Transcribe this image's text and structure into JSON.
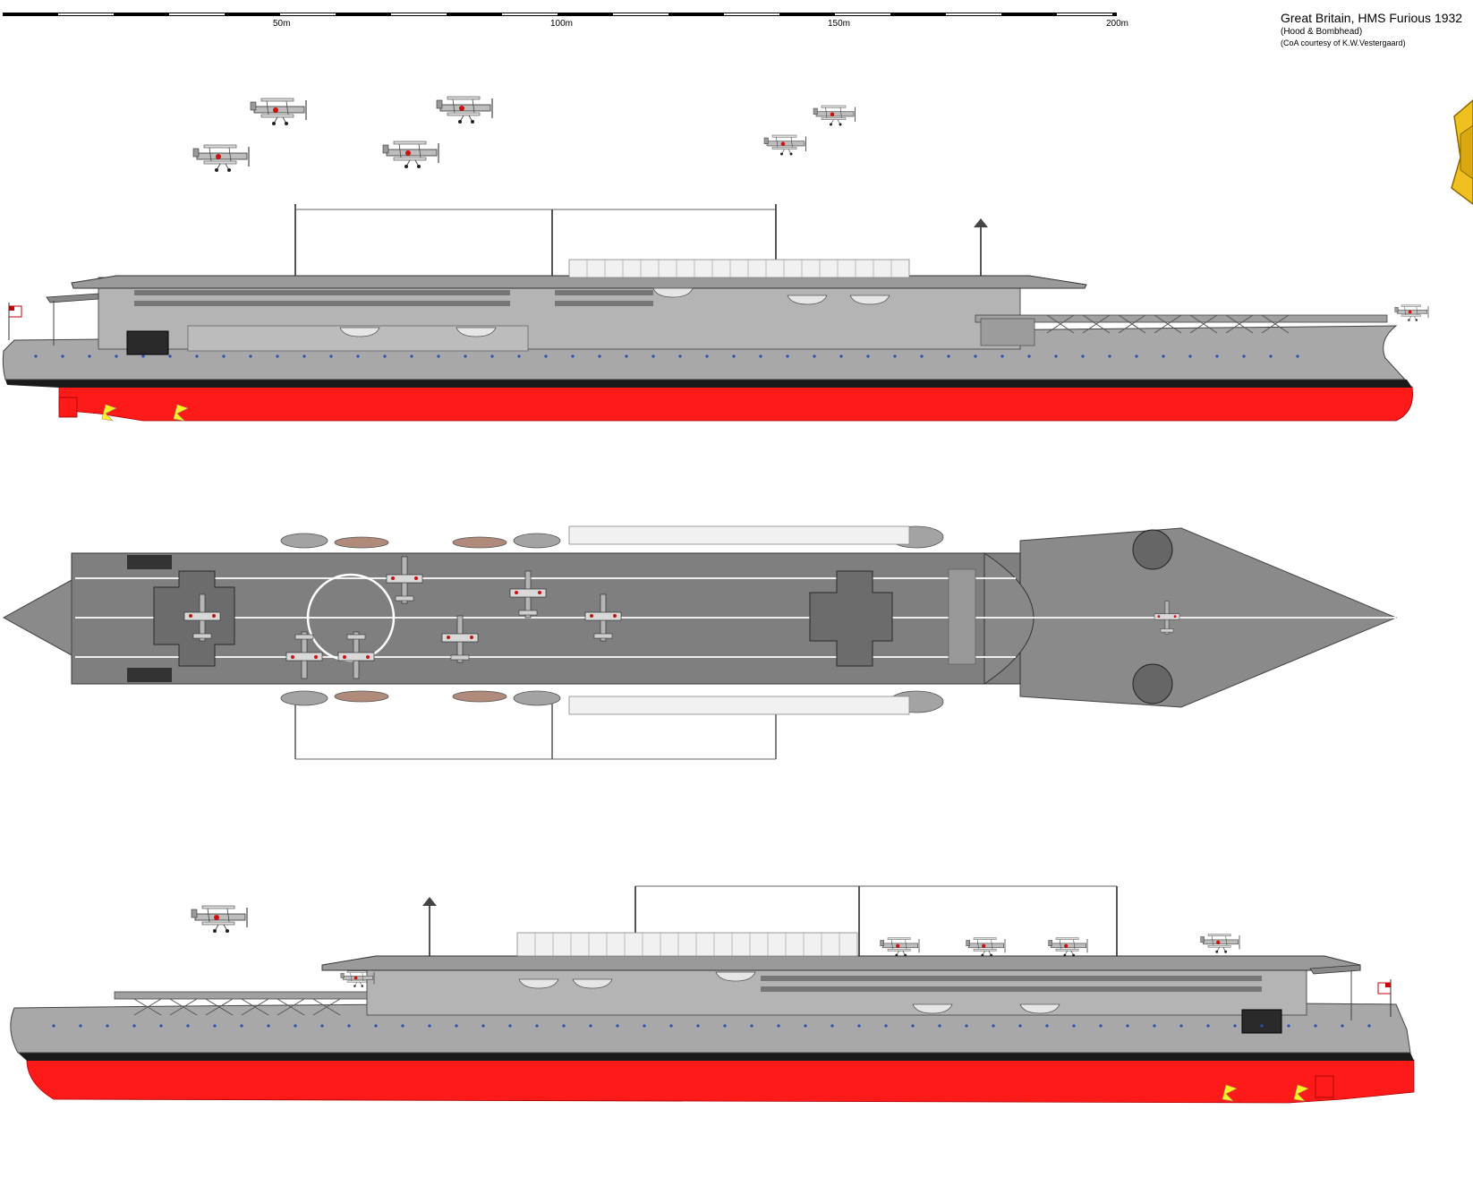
{
  "title": {
    "main": "Great Britain, HMS Furious  1932",
    "credit1": "(Hood & Bombhead)",
    "credit2": "(CoA courtesy of   K.W.Vestergaard)"
  },
  "scale": {
    "labels": [
      "50m",
      "100m",
      "150m",
      "200m"
    ]
  },
  "colors": {
    "hull_grey": "#a8a8a8",
    "deck_grey": "#7f7f7f",
    "boot_topping": "#1a1a1a",
    "antifouling_red": "#ff1a1a",
    "porthole_blue": "#2e4fb0",
    "rudder_yellow": "#ffee22",
    "roundel_red": "#cc1111",
    "emblem_gold": "#f0c020"
  },
  "views": [
    "starboard-profile",
    "plan-view",
    "port-profile"
  ]
}
